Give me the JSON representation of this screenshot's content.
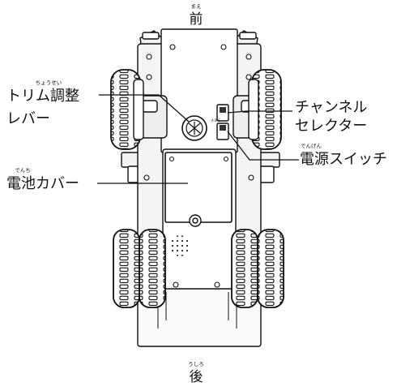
{
  "directions": {
    "front": {
      "text": "前",
      "ruby": "まえ"
    },
    "back": {
      "text": "後",
      "ruby": "うしろ"
    }
  },
  "labels": {
    "trim": {
      "line1": "トリム調整",
      "line2": "レバー",
      "ruby": "ちょうせい"
    },
    "channel": {
      "line1": "チャンネル",
      "line2": "セレクター"
    },
    "power": {
      "text": "電源スイッチ",
      "ruby": "でんげん"
    },
    "battery": {
      "text": "電池カバー",
      "ruby": "でんち"
    }
  },
  "colors": {
    "ink": "#111111",
    "background": "#ffffff"
  }
}
